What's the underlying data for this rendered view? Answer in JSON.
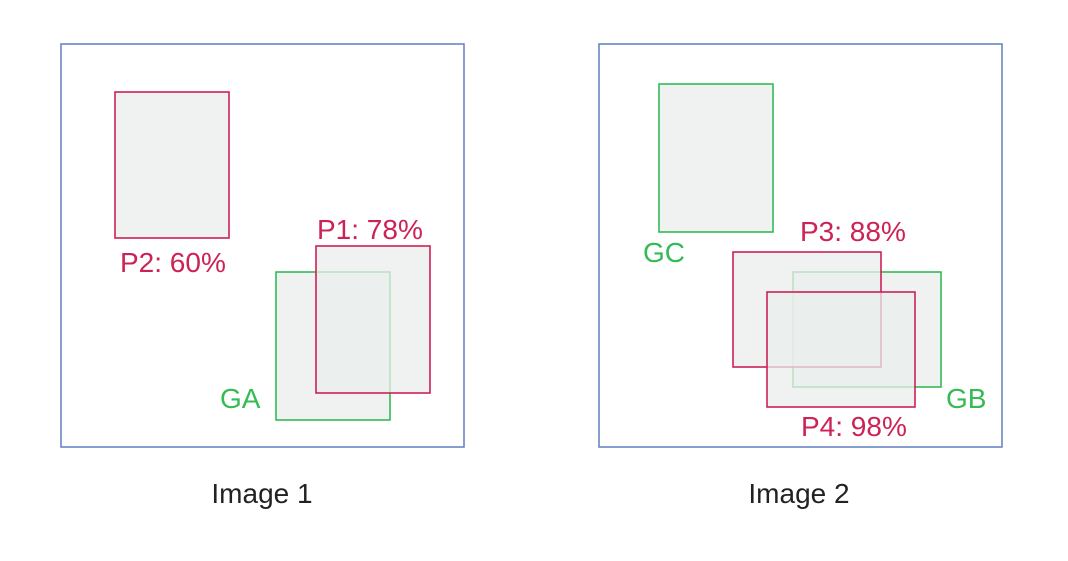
{
  "colors": {
    "frame": "#6a86c4",
    "prediction": "#cc2255",
    "ground_truth": "#33bb55",
    "box_fill": "#e9eeec",
    "caption": "#222222"
  },
  "panels": [
    {
      "caption": "Image 1",
      "boxes": [
        {
          "kind": "prediction",
          "label": "P2: 60%"
        },
        {
          "kind": "ground_truth",
          "label": "GA"
        },
        {
          "kind": "prediction",
          "label": "P1: 78%"
        }
      ]
    },
    {
      "caption": "Image 2",
      "boxes": [
        {
          "kind": "ground_truth",
          "label": "GC"
        },
        {
          "kind": "ground_truth",
          "label": "GB"
        },
        {
          "kind": "prediction",
          "label": "P3: 88%"
        },
        {
          "kind": "prediction",
          "label": "P4: 98%"
        }
      ]
    }
  ]
}
